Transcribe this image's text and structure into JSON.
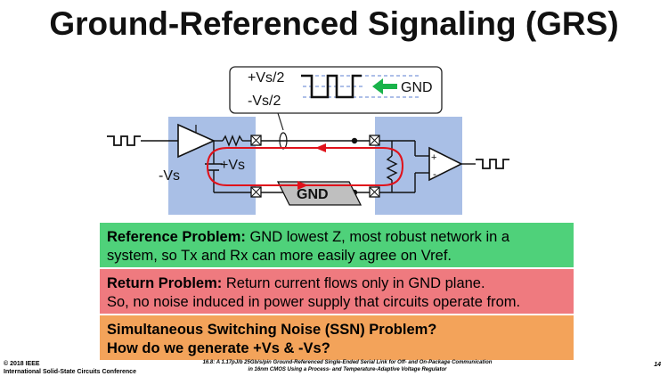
{
  "slide": {
    "title": "Ground-Referenced Signaling (GRS)"
  },
  "diagram": {
    "inset_plus": "+Vs/2",
    "inset_minus": "-Vs/2",
    "inset_gnd": "GND",
    "tx_plus_vs": "+Vs",
    "tx_minus_vs": "-Vs",
    "gnd_plane": "GND",
    "rx_plus": "+",
    "rx_minus": "-"
  },
  "boxes": {
    "reference": {
      "heading": "Reference Problem:",
      "line1": " GND lowest Z, most robust network in a",
      "line2": "system, so Tx and Rx can more easily agree on Vref."
    },
    "return": {
      "heading": "Return Problem:",
      "line1": " Return current flows only in GND plane.",
      "line2": "So, no noise induced in power supply that circuits operate from."
    },
    "ssn": {
      "line1": "Simultaneous Switching Noise (SSN) Problem?",
      "line2": "How do we generate +Vs & -Vs?"
    }
  },
  "footer": {
    "left_line1": "© 2018 IEEE",
    "left_line2": "International Solid-State Circuits Conference",
    "center_line1": "16.8: A 1.17pJ/b 25Gb/s/pin Ground-Referenced Single-Ended Serial Link for Off- and On-Package Communication",
    "center_line2": "in 16nm CMOS Using a Process- and Temperature-Adaptive Voltage Regulator",
    "page": "14"
  },
  "colors": {
    "panel_blue": "#a9bfe6",
    "return_red": "#e0121b",
    "arrow_green": "#19b34a",
    "dashed_blue": "#5b7fd1",
    "ref_box": "#4fd17a",
    "ret_box": "#ef7a7f",
    "ssn_box": "#f3a35a"
  }
}
